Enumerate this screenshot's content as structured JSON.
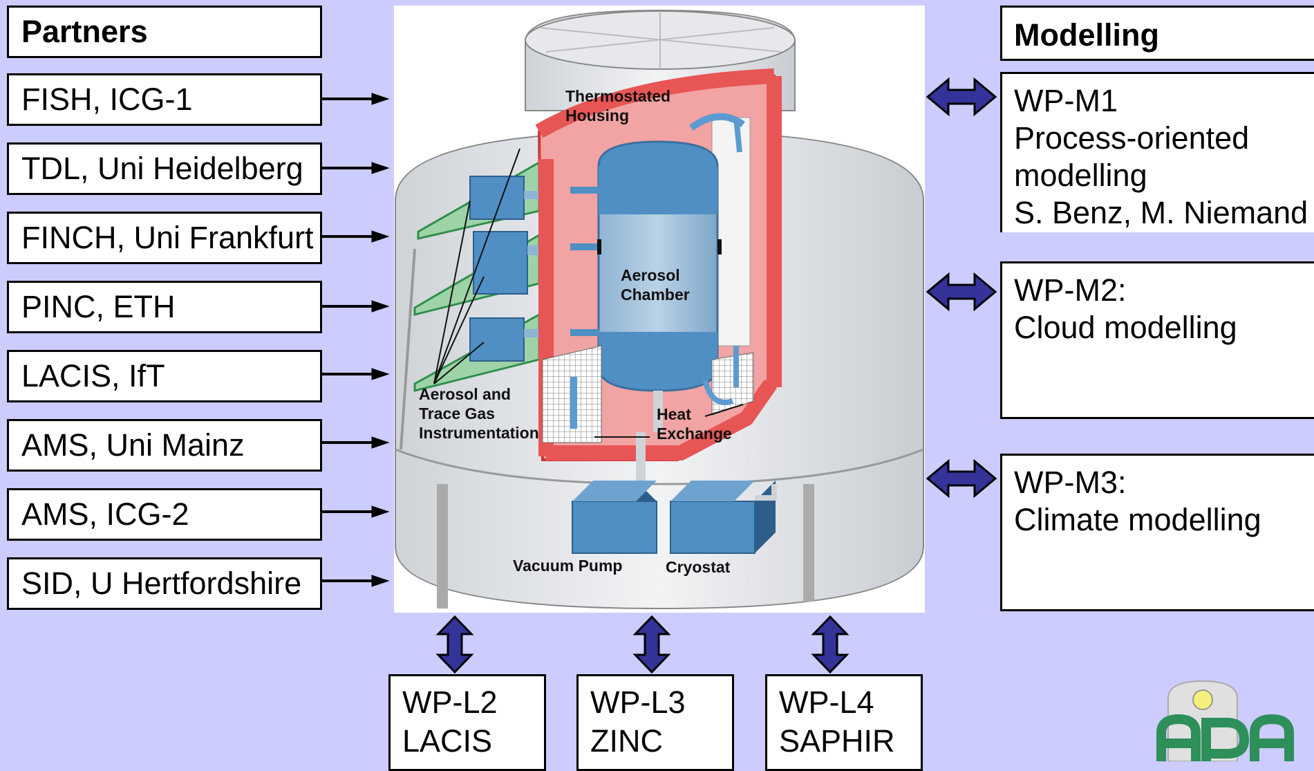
{
  "partners": {
    "title": "Partners",
    "items": [
      "FISH, ICG-1",
      "TDL, Uni Heidelberg",
      "FINCH, Uni Frankfurt",
      "PINC, ETH",
      "LACIS, IfT",
      "AMS, Uni Mainz",
      "AMS, ICG-2",
      "SID, U Hertfordshire"
    ]
  },
  "modelling": {
    "title": "Modelling",
    "m1": {
      "line1": "WP-M1",
      "line2": "Process-oriented",
      "line3": "modelling",
      "line4": "S. Benz, M. Niemand"
    },
    "m2": {
      "line1": "WP-M2:",
      "line2": "Cloud modelling"
    },
    "m3": {
      "line1": "WP-M3:",
      "line2": "Climate modelling"
    }
  },
  "labs": {
    "l2": {
      "line1": "WP-L2",
      "line2": "LACIS"
    },
    "l3": {
      "line1": "WP-L3",
      "line2": "ZINC"
    },
    "l4": {
      "line1": "WP-L4",
      "line2": "SAPHIR"
    }
  },
  "diagram": {
    "thermostated": {
      "line1": "Thermostated",
      "line2": "Housing"
    },
    "aerosol_chamber": {
      "line1": "Aerosol",
      "line2": "Chamber"
    },
    "instrumentation": {
      "line1": "Aerosol and",
      "line2": "Trace Gas",
      "line3": "Instrumentation"
    },
    "heat_exchange": {
      "line1": "Heat",
      "line2": "Exchange"
    },
    "vacuum_pump": "Vacuum Pump",
    "cryostat": "Cryostat"
  },
  "colors": {
    "background": "#ccccff",
    "arrow_blue": "#333399",
    "housing_red": "#e85555",
    "chamber_blue": "#4f8fc4",
    "logo_green": "#2e8f5a"
  }
}
